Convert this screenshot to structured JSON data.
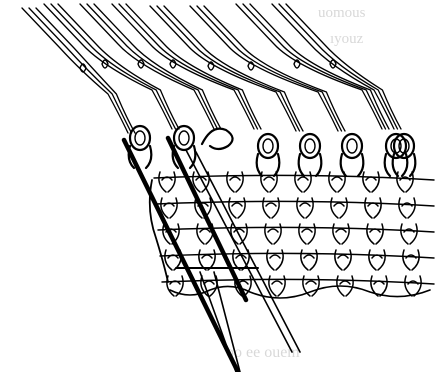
{
  "figure": {
    "kind": "knitting needle illustration",
    "stitches_on_needle": 8,
    "fabric_rows": 5,
    "fabric_columns": 8,
    "colors": {
      "ink": "#000000",
      "paper": "#ffffff"
    }
  },
  "bleed_through": {
    "line1": "uomous",
    "line2": "ıyouz",
    "line3": "oo ee ouem"
  }
}
